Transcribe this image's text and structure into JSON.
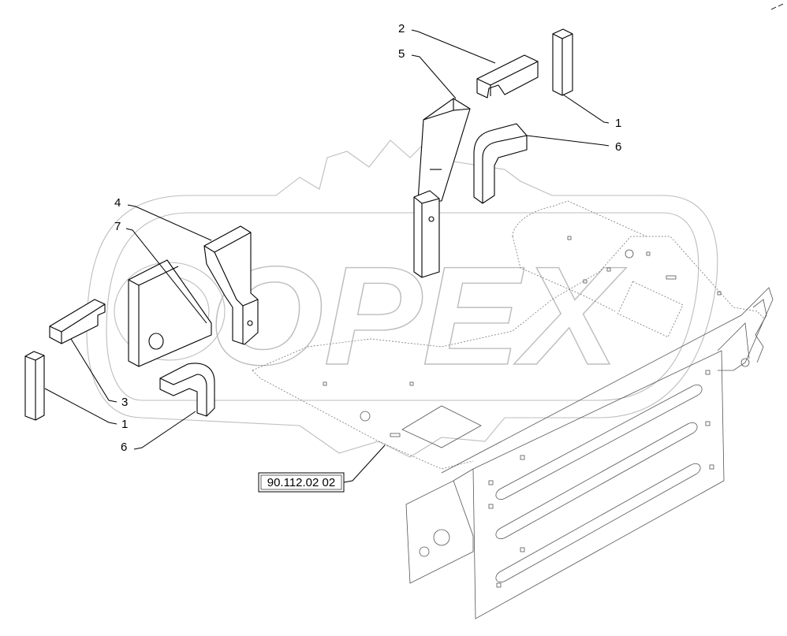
{
  "callouts": {
    "c2": "2",
    "c5": "5",
    "c1_top": "1",
    "c6_top": "6",
    "c4": "4",
    "c7": "7",
    "c3": "3",
    "c1_bottom": "1",
    "c6_bottom": "6"
  },
  "reference": {
    "label": "90.112.02 02"
  },
  "watermark": {
    "text": "OPEX"
  },
  "colors": {
    "line": "#000000",
    "watermark": "#bdbdbd",
    "background": "#ffffff"
  }
}
